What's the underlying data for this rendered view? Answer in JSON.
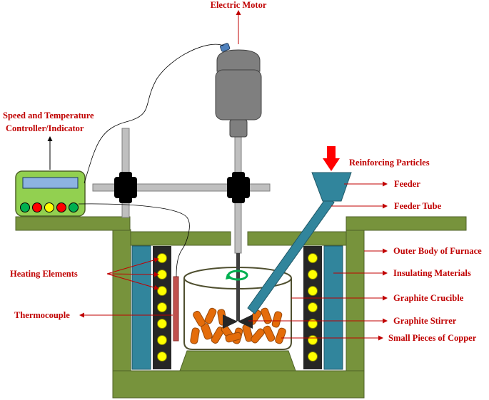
{
  "labels": {
    "motor": "Electric Motor",
    "controller_line1": "Speed and Temperature",
    "controller_line2": "Controller/Indicator",
    "reinforcing": "Reinforcing Particles",
    "feeder": "Feeder",
    "feeder_tube": "Feeder Tube",
    "outer_body": "Outer Body of Furnace",
    "insulating": "Insulating Materials",
    "crucible": "Graphite Crucible",
    "stirrer": "Graphite Stirrer",
    "copper": "Small Pieces of Copper",
    "heating": "Heating Elements",
    "thermocouple": "Thermocouple"
  },
  "colors": {
    "label_text": "#c00000",
    "furnace_green": "#77933c",
    "insulation_blue": "#31859c",
    "heater_strip": "#262626",
    "heater_ball": "#ffff00",
    "copper_orange": "#e46c0a",
    "motor_gray": "#595959",
    "controller_green": "#92d050",
    "display_blue": "#8db3e2",
    "thermocouple_red": "#c0504d",
    "arrow_red": "#ff0000",
    "stand_gray": "#bfbfbf"
  },
  "controller_buttons": [
    "green",
    "red",
    "yellow",
    "red",
    "green"
  ],
  "icons": [
    "rotation-arrow-icon",
    "down-arrow-icon"
  ]
}
